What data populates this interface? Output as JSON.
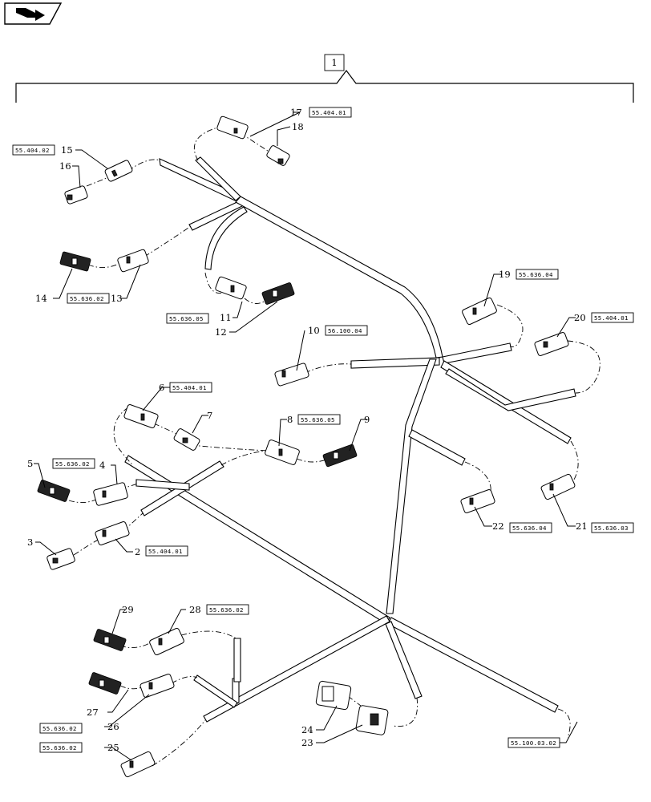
{
  "assembly_label": "1",
  "items": [
    {
      "num": "2",
      "ref": "55.404.01"
    },
    {
      "num": "3",
      "ref": ""
    },
    {
      "num": "4",
      "ref": ""
    },
    {
      "num": "5",
      "ref": "55.636.02"
    },
    {
      "num": "6",
      "ref": "55.404.01"
    },
    {
      "num": "7",
      "ref": ""
    },
    {
      "num": "8",
      "ref": "55.636.05"
    },
    {
      "num": "9",
      "ref": ""
    },
    {
      "num": "10",
      "ref": "56.100.04"
    },
    {
      "num": "11",
      "ref": "55.636.05"
    },
    {
      "num": "12",
      "ref": ""
    },
    {
      "num": "13",
      "ref": "55.636.02"
    },
    {
      "num": "14",
      "ref": ""
    },
    {
      "num": "15",
      "ref": "55.404.02"
    },
    {
      "num": "16",
      "ref": ""
    },
    {
      "num": "17",
      "ref": "55.404.01"
    },
    {
      "num": "18",
      "ref": ""
    },
    {
      "num": "19",
      "ref": "55.636.04"
    },
    {
      "num": "20",
      "ref": "55.404.01"
    },
    {
      "num": "21",
      "ref": "55.636.03"
    },
    {
      "num": "22",
      "ref": "55.636.04"
    },
    {
      "num": "23",
      "ref": ""
    },
    {
      "num": "24",
      "ref": ""
    },
    {
      "num": "25",
      "ref": "55.636.02"
    },
    {
      "num": "26",
      "ref": "55.636.02"
    },
    {
      "num": "27",
      "ref": ""
    },
    {
      "num": "28",
      "ref": "55.636.02"
    },
    {
      "num": "29",
      "ref": ""
    }
  ],
  "harness_ref": "55.100.03.02",
  "icons": {
    "nav": "next-page-arrow-icon"
  }
}
